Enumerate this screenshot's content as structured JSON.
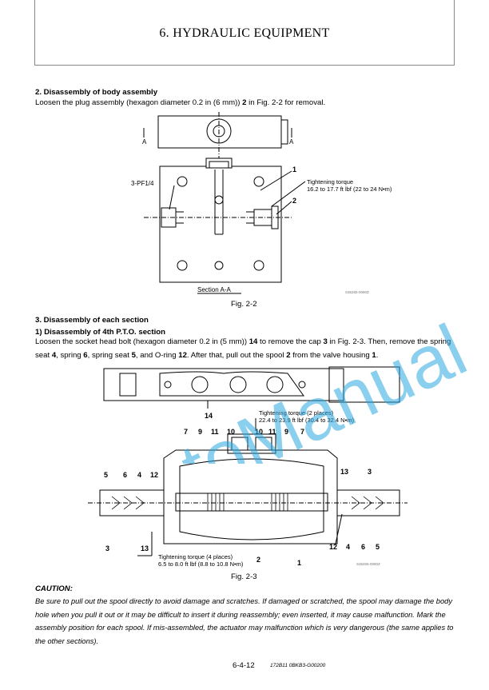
{
  "header": {
    "title": "6. HYDRAULIC EQUIPMENT"
  },
  "section2": {
    "heading": "2.  Disassembly of body assembly",
    "text_before": "Loosen the plug assembly (hexagon diameter 0.2 in (6 mm)) ",
    "text_bold": "2",
    "text_after": " in Fig. 2-2 for removal."
  },
  "fig22": {
    "label_A_left": "A",
    "label_A_right": "A",
    "port_label": "3-PF1/4",
    "callout_1": "1",
    "callout_2": "2",
    "torque_title": "Tightening torque",
    "torque_value": "16.2 to 17.7 ft lbf (22 to 24 N•m)",
    "section_label": "Section A-A",
    "image_code": "S36265-0080Z",
    "caption": "Fig. 2-2"
  },
  "section3": {
    "heading": "3.  Disassembly of each section",
    "subheading": "1)  Disassembly of 4th P.T.O. section",
    "line1": "Loosen the socket head bolt (hexagon diameter 0.2 in (5 mm)) ",
    "b14": "14",
    "line2": " to remove the cap ",
    "b3": "3",
    "line3": " in Fig. 2-3. Then, remove the spring seat ",
    "b4": "4",
    "line4": ", spring ",
    "b6": "6",
    "line5": ", spring seat ",
    "b5": "5",
    "line6": ", and O-ring ",
    "b12": "12",
    "line7": ". After that, pull out the spool ",
    "b2": "2",
    "line8": " from the valve housing ",
    "b1": "1",
    "line9": "."
  },
  "fig23": {
    "callout_14": "14",
    "torque2_title": "Tightening torque (2 places)",
    "torque2_value": "22.4 to 23.9 ft lbf (30.4 to 32.4 N•m)",
    "top_callouts": [
      "7",
      "9",
      "11",
      "10",
      "10",
      "11",
      "9",
      "7"
    ],
    "left_callouts": [
      "5",
      "6",
      "4",
      "12"
    ],
    "right_callouts": [
      "13",
      "3"
    ],
    "bottom_left": [
      "3",
      "13"
    ],
    "bottom_right": [
      "12",
      "4",
      "6",
      "5"
    ],
    "callout_2": "2",
    "callout_1": "1",
    "torque4_title": "Tightening torque (4 places)",
    "torque4_value": "6.5 to 8.0 ft lbf (8.8 to 10.8 N•m)",
    "image_code": "S36265-0080Z",
    "caption": "Fig. 2-3"
  },
  "caution": {
    "heading": "CAUTION:",
    "text": "Be sure to pull out the spool directly to avoid damage and scratches. If damaged or scratched, the spool may damage the body hole when you pull it out or it may be difficult to insert it during reassembly; even inserted, it may cause malfunction. Mark the assembly position for each spool. If mis-assembled, the actuator may malfunction which is very dangerous (the same applies to the other sections)."
  },
  "footer": {
    "page": "6-4-12",
    "code": "172B11  0BKB3-G00200"
  },
  "watermark": {
    "text": "AutoManual",
    "color": "#29a8e0"
  }
}
